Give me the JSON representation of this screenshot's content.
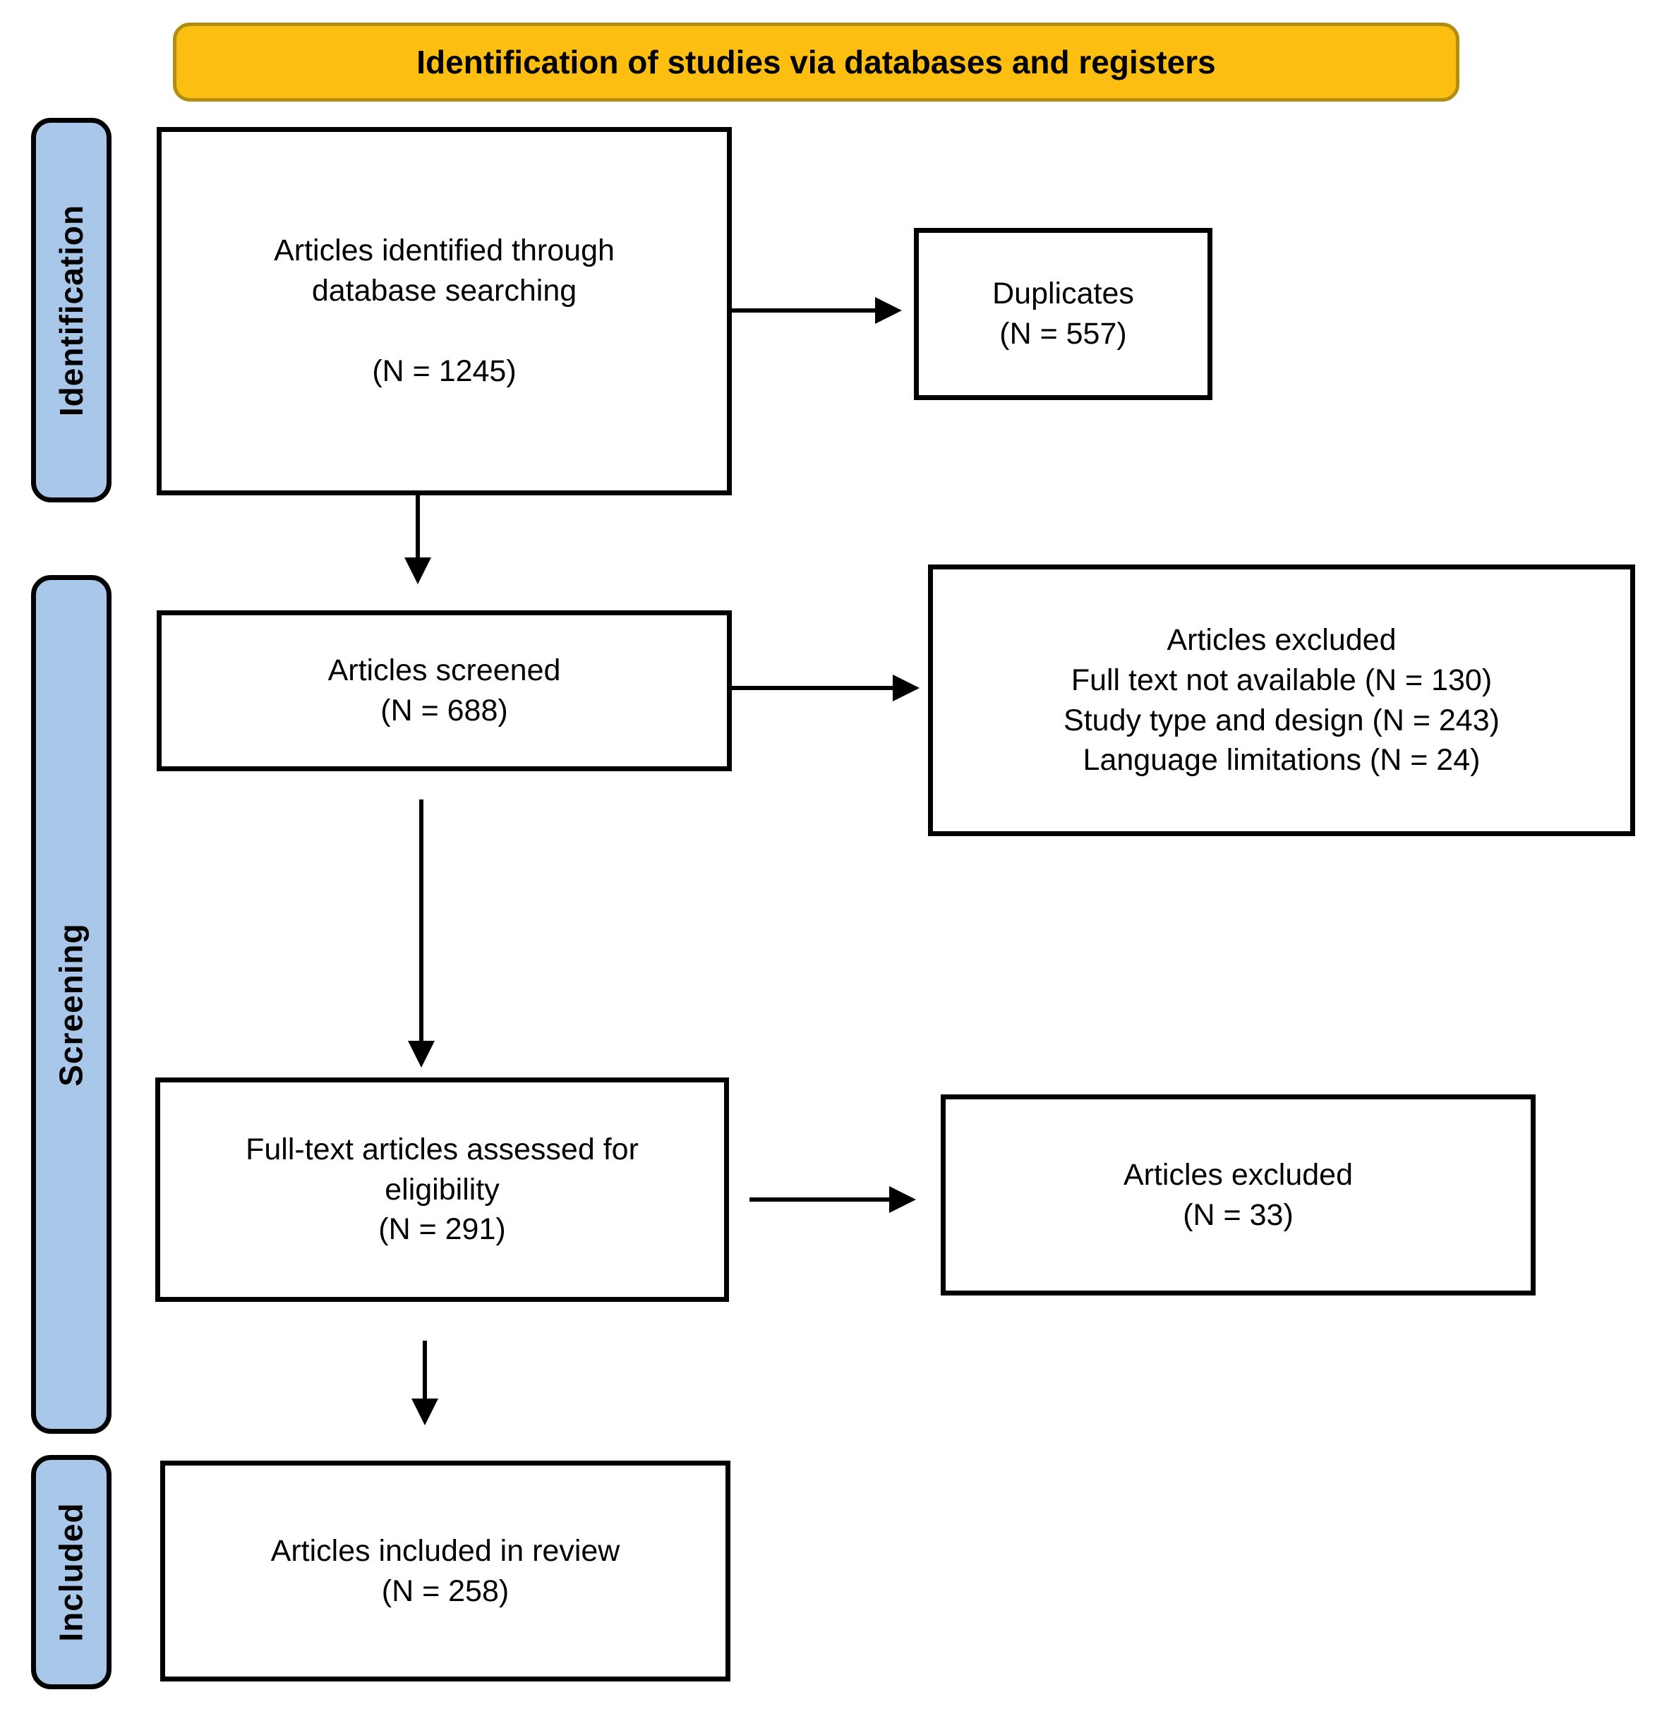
{
  "header": {
    "title": "Identification of studies via databases and registers"
  },
  "stages": [
    {
      "label": "Identification"
    },
    {
      "label": "Screening"
    },
    {
      "label": "Included"
    }
  ],
  "flow": {
    "identified": {
      "lines": [
        "Articles identified through",
        "database searching"
      ],
      "count": "(N = 1245)"
    },
    "duplicates": {
      "lines": [
        "Duplicates"
      ],
      "count": "(N = 557)"
    },
    "screened": {
      "lines": [
        "Articles screened"
      ],
      "count": "(N = 688)"
    },
    "excluded_screening": {
      "lines": [
        "Articles excluded",
        "Full text not available (N = 130)",
        "Study type and design (N = 243)",
        "Language limitations (N = 24)"
      ]
    },
    "fulltext": {
      "lines": [
        "Full-text articles assessed for",
        "eligibility"
      ],
      "count": "(N = 291)"
    },
    "excluded_fulltext": {
      "lines": [
        "Articles excluded"
      ],
      "count": "(N = 33)"
    },
    "included": {
      "lines": [
        "Articles included in review"
      ],
      "count": "(N = 258)"
    }
  },
  "colors": {
    "banner_fill": "#FDBE12",
    "banner_border": "#AF8E11",
    "stage_fill": "#A9C8E9",
    "line_color": "#000000"
  }
}
